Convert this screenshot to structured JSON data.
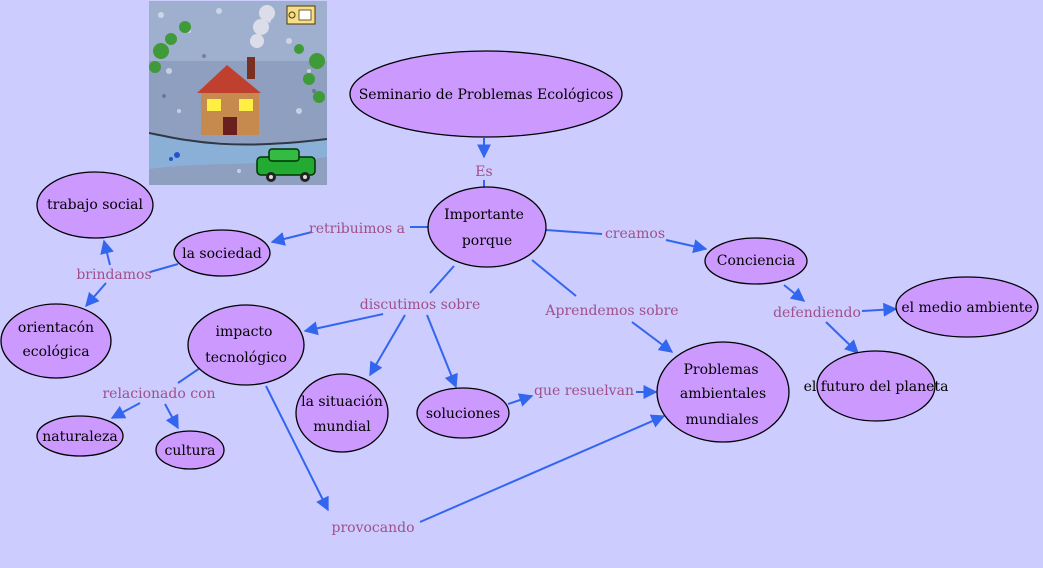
{
  "diagram": {
    "nodes": [
      {
        "id": "seminario",
        "lines": [
          "Seminario de Problemas Ecológicos"
        ]
      },
      {
        "id": "importante",
        "lines": [
          "Importante",
          "porque"
        ]
      },
      {
        "id": "trabajo",
        "lines": [
          "trabajo social"
        ]
      },
      {
        "id": "sociedad",
        "lines": [
          "la sociedad"
        ]
      },
      {
        "id": "orientacion",
        "lines": [
          "orientacón",
          "ecológica"
        ]
      },
      {
        "id": "impacto",
        "lines": [
          "impacto",
          "tecnológico"
        ]
      },
      {
        "id": "situacion",
        "lines": [
          "la situación",
          "mundial"
        ]
      },
      {
        "id": "soluciones",
        "lines": [
          "soluciones"
        ]
      },
      {
        "id": "problemas",
        "lines": [
          "Problemas",
          "ambientales",
          "mundiales"
        ]
      },
      {
        "id": "conciencia",
        "lines": [
          "Conciencia"
        ]
      },
      {
        "id": "medio",
        "lines": [
          "el medio ambiente"
        ]
      },
      {
        "id": "futuro",
        "lines": [
          "el futuro del planeta"
        ]
      },
      {
        "id": "naturaleza",
        "lines": [
          "naturaleza"
        ]
      },
      {
        "id": "cultura",
        "lines": [
          "cultura"
        ]
      }
    ],
    "link_phrases": [
      {
        "id": "es",
        "text": "Es"
      },
      {
        "id": "retribuimos",
        "text": "retribuimos a"
      },
      {
        "id": "brindamos",
        "text": "brindamos"
      },
      {
        "id": "discutimos",
        "text": "discutimos sobre"
      },
      {
        "id": "aprendemos",
        "text": "Aprendemos sobre"
      },
      {
        "id": "creamos",
        "text": "creamos"
      },
      {
        "id": "defendiendo",
        "text": "defendiendo"
      },
      {
        "id": "resuelvan",
        "text": "que resuelvan"
      },
      {
        "id": "relacionado",
        "text": "relacionado con"
      },
      {
        "id": "provocando",
        "text": "provocando"
      }
    ]
  },
  "illustration": {
    "icon": "house-landscape-icon",
    "colors": {
      "sky": "#7a8fb0",
      "house": "#b0703a",
      "roof": "#c04040",
      "river": "#8ab0d8",
      "car": "#22aa33"
    }
  }
}
